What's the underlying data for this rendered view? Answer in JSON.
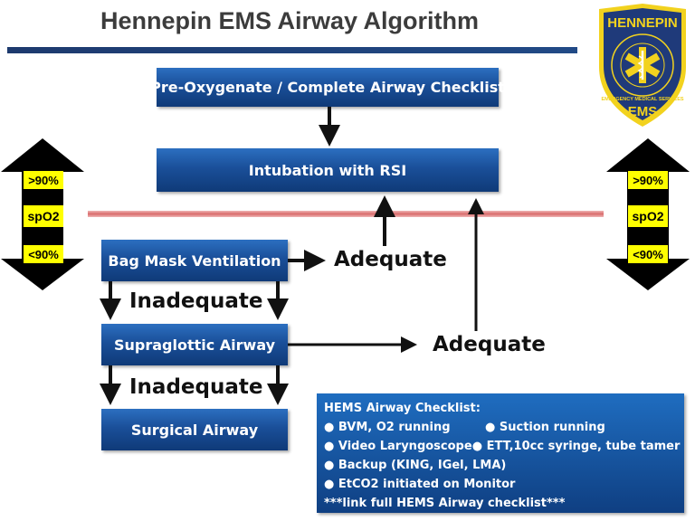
{
  "title": "Hennepin EMS Airway Algorithm",
  "logo": {
    "top_text": "HENNEPIN",
    "ring_text": "EMERGENCY MEDICAL SERVICES",
    "bottom_text": "EMS",
    "colors": {
      "fill": "#1f3a7a",
      "border": "#f2d21e"
    },
    "icon": "star-of-life-icon"
  },
  "boxes": {
    "preoxygenate": "Pre-Oxygenate / Complete Airway Checklist",
    "intubation": "Intubation with RSI",
    "bag_mask": "Bag Mask Ventilation",
    "supraglottic": "Supraglottic Airway",
    "surgical": "Surgical Airway"
  },
  "labels": {
    "adequate_1": "Adequate",
    "adequate_2": "Adequate",
    "inadequate_1": "Inadequate",
    "inadequate_2": "Inadequate"
  },
  "spo2_indicator": {
    "above": ">90%",
    "label": "spO2",
    "below": "<90%",
    "colors": {
      "highlight": "#ffff00",
      "arrow": "#000000",
      "divider": "#d86c6c"
    }
  },
  "checklist": {
    "title": "HEMS Airway Checklist:",
    "bullet": "●",
    "items": [
      [
        "BVM, O2 running",
        "Suction running"
      ],
      [
        "Video Laryngoscope",
        "ETT,10cc syringe, tube tamer"
      ],
      [
        "Backup (KING, IGel, LMA)"
      ],
      [
        "EtCO2 initiated on Monitor"
      ]
    ],
    "footer": "***link full HEMS Airway checklist***"
  },
  "colors": {
    "box_gradient_top": "#2c6fc0",
    "box_gradient_bottom": "#0f3a78",
    "title_rule": "#1d3a6e"
  }
}
